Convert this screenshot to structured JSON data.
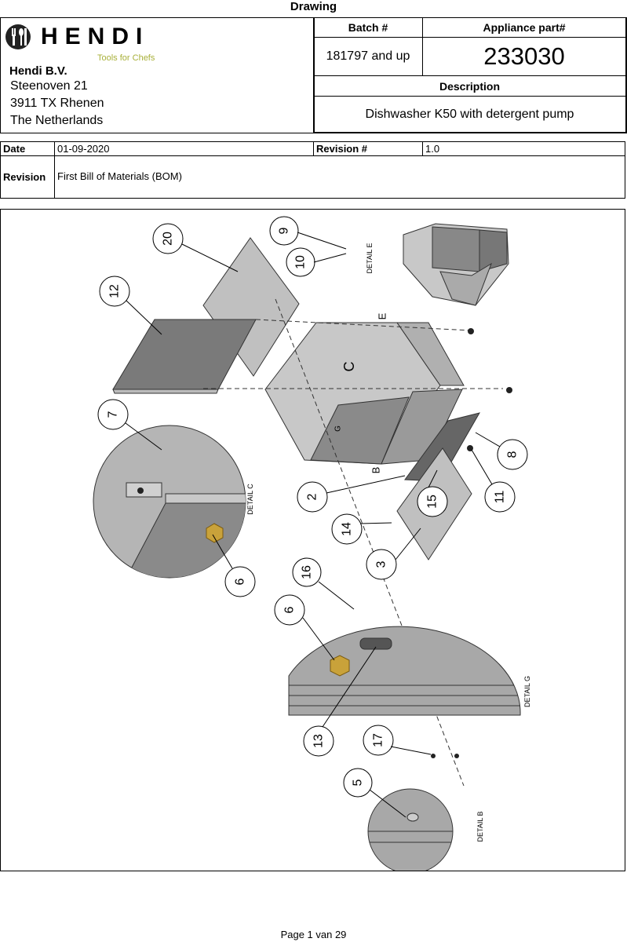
{
  "header": {
    "page_title": "Drawing",
    "logo_text": "HENDI",
    "tagline": "Tools for Chefs",
    "company": "Hendi B.V.",
    "address": [
      "Steenoven 21",
      "3911 TX  Rhenen",
      "The Netherlands"
    ],
    "batch_label": "Batch #",
    "batch_value": "181797 and up",
    "part_label": "Appliance part#",
    "part_value": "233030",
    "description_label": "Description",
    "description_value": "Dishwasher K50 with detergent pump"
  },
  "revision": {
    "date_label": "Date",
    "date_value": "01-09-2020",
    "revision_no_label": "Revision #",
    "revision_no_value": "1.0",
    "revision_label": "Revision",
    "revision_text": "First Bill of Materials (BOM)"
  },
  "drawing": {
    "callouts": [
      "20",
      "9",
      "10",
      "12",
      "7",
      "6",
      "8",
      "11",
      "2",
      "15",
      "14",
      "3",
      "16",
      "6",
      "13",
      "17",
      "5"
    ],
    "detail_labels": [
      "DETAIL E",
      "DETAIL C",
      "DETAIL G",
      "DETAIL B"
    ],
    "view_letters": [
      "E",
      "C",
      "B",
      "G"
    ]
  },
  "footer": {
    "page": "Page 1 van 29"
  }
}
